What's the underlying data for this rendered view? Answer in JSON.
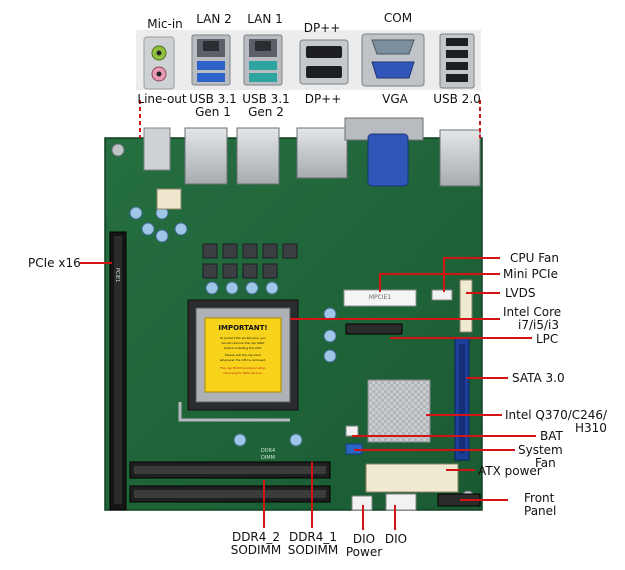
{
  "labels": {
    "mic_in": "Mic-in",
    "lan2": "LAN 2",
    "lan1": "LAN 1",
    "dp_top": "DP++",
    "com": "COM",
    "line_out": "Line-out",
    "usb31_gen1_a": "USB 3.1",
    "usb31_gen1_b": "Gen 1",
    "usb31_gen2_a": "USB 3.1",
    "usb31_gen2_b": "Gen 2",
    "dp_bottom": "DP++",
    "vga": "VGA",
    "usb20": "USB 2.0",
    "pcie_x16": "PCIe x16",
    "cpu_fan": "CPU Fan",
    "mini_pcie": "Mini PCIe",
    "lvds": "LVDS",
    "intel_core_a": "Intel Core",
    "intel_core_b": "i7/i5/i3",
    "lpc": "LPC",
    "sata": "SATA 3.0",
    "chipset_a": "Intel Q370/C246/",
    "chipset_b": "H310",
    "bat": "BAT",
    "sys_fan_a": "System",
    "sys_fan_b": "Fan",
    "atx_power": "ATX power",
    "front_panel_a": "Front",
    "front_panel_b": "Panel",
    "ddr4_2_a": "DDR4_2",
    "ddr4_2_b": "SODIMM",
    "ddr4_1_a": "DDR4_1",
    "ddr4_1_b": "SODIMM",
    "dio_power_a": "DIO",
    "dio_power_b": "Power",
    "dio": "DIO"
  },
  "board": {
    "cpu_sticker_title": "IMPORTANT!",
    "cpu_sticker_text_1": "To protect the socket pins, you",
    "cpu_sticker_text_2": "should remove the cap ONLY",
    "cpu_sticker_text_3": "before installing the CPU.",
    "cpu_sticker_text_4": "Please put the cap back",
    "cpu_sticker_text_5": "whenever the CPU is removed.",
    "cpu_sticker_warn_1": "The cap MUST be placed when",
    "cpu_sticker_warn_2": "returning for RMA service.",
    "minipcie_silk": "MPCIE1",
    "pcie_silk": "PCIE1",
    "ddr_silk_1": "DDR4",
    "ddr_silk_2": "DIMM"
  },
  "colors": {
    "pcb": "#1f6b3a",
    "pcb_dark": "#15502a",
    "leader": "#d21414",
    "heatsink": "#c9ccd0",
    "sata": "#1d3f9c",
    "vga_port": "#2f56b8",
    "atx_connector": "#f1ead2"
  }
}
